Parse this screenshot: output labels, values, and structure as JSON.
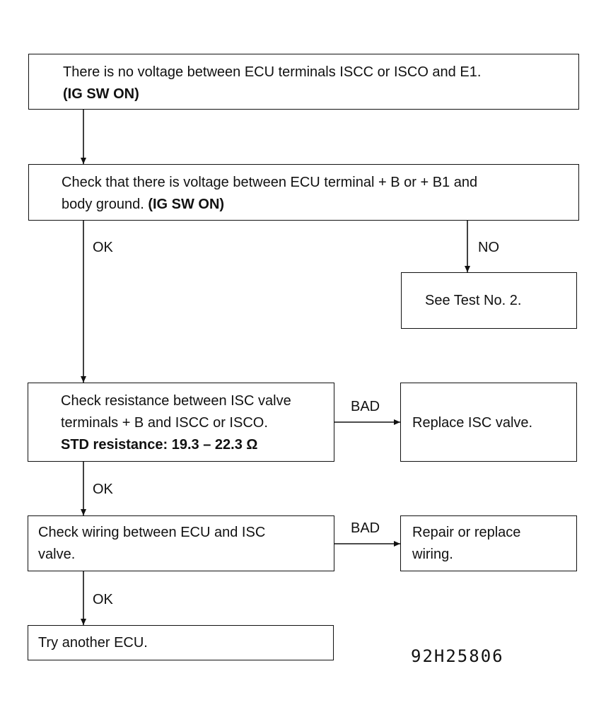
{
  "steps": {
    "s1": {
      "line1": "There is no voltage between ECU terminals ISCC or ISCO and E1.",
      "bold": "(IG SW ON)"
    },
    "s2": {
      "line1": "Check that there is voltage between ECU terminal  + B or  + B1 and",
      "line2_text": "body ground. ",
      "line2_bold": "(IG SW ON)"
    },
    "s3": {
      "line1": "See Test No. 2."
    },
    "s4": {
      "line1": "Check resistance between ISC valve",
      "line2": "terminals  + B and ISCC or ISCO.",
      "bold": "STD resistance: 19.3 – 22.3 Ω"
    },
    "s5": {
      "line1": "Replace ISC valve."
    },
    "s6": {
      "line1": "Check wiring between ECU and ISC",
      "line2": "valve."
    },
    "s7": {
      "line1": "Repair or replace",
      "line2": "wiring."
    },
    "s8": {
      "line1": "Try another ECU."
    }
  },
  "labels": {
    "ok1": "OK",
    "no": "NO",
    "bad1": "BAD",
    "ok2": "OK",
    "bad2": "BAD",
    "ok3": "OK"
  },
  "figure_code": "92H25806"
}
